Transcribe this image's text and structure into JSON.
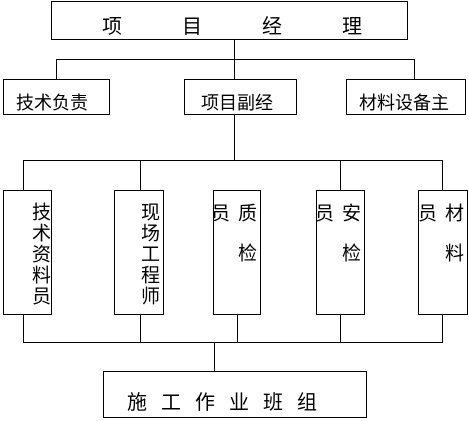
{
  "diagram": {
    "manager": [
      "项",
      "目",
      "经",
      "理"
    ],
    "row2": {
      "tech": "技术负责",
      "deputy": "项目副经",
      "material_equip": "材料设备主"
    },
    "row3": {
      "tech_doc": "技术资料员",
      "site_eng": "现场工程师",
      "quality": "质检员",
      "safety": "安检员",
      "material": "材料员"
    },
    "team": "施工作业班组"
  }
}
